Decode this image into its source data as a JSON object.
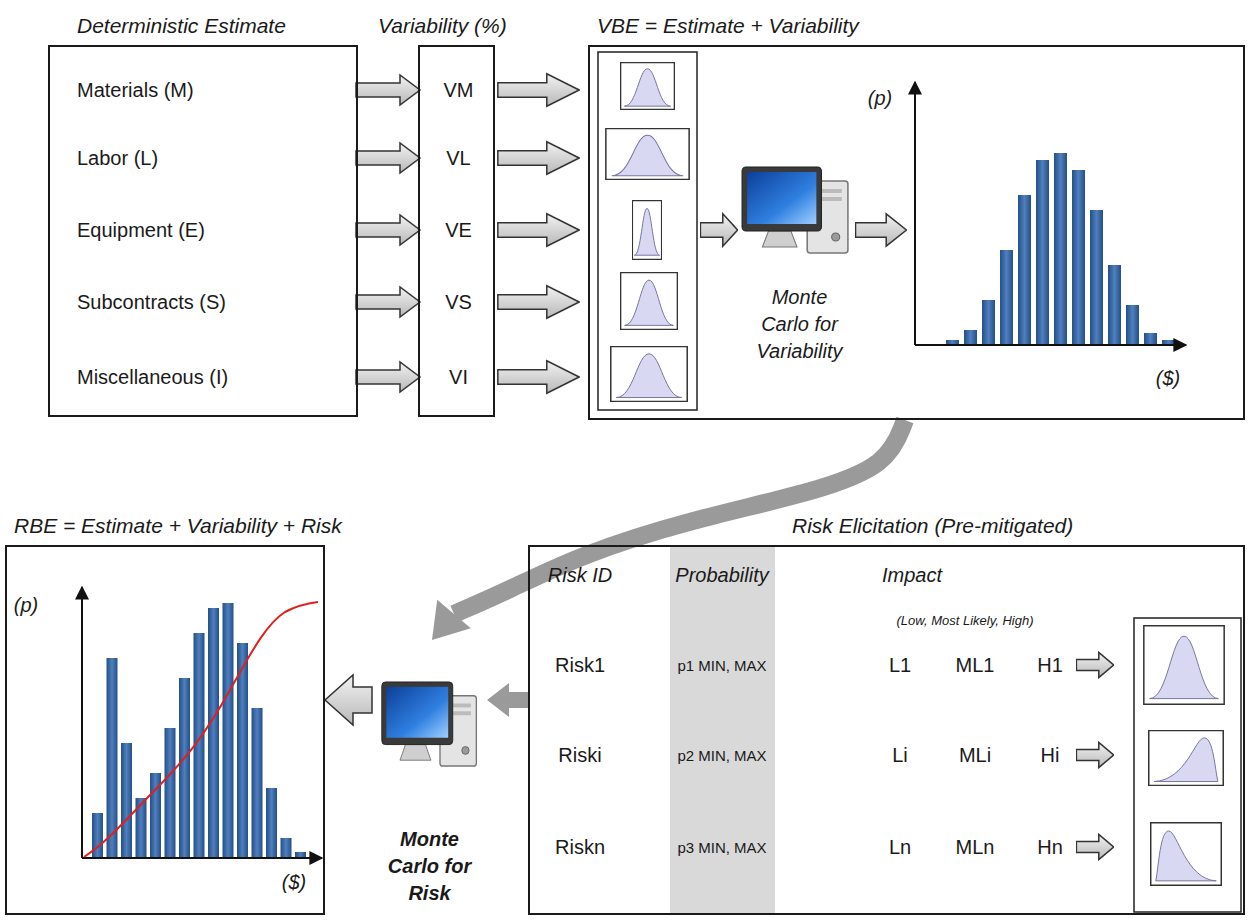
{
  "diagram": {
    "nodes": [
      {
        "text": [
          "Deterministic Estimate"
        ]
      },
      {
        "text": [
          "Materials (M)"
        ],
        "in": 0
      },
      {
        "text": [
          "Labor (L)"
        ],
        "in": 0
      },
      {
        "text": [
          "Equipment (E)"
        ],
        "in": 0
      },
      {
        "text": [
          "Subcontracts (S)"
        ],
        "in": 0
      },
      {
        "text": [
          "Miscellaneous (I)"
        ],
        "in": 0
      },
      {
        "text": [
          "Variability (%)"
        ]
      },
      {
        "text": [
          "VM"
        ],
        "in": 6
      },
      {
        "text": [
          "VL"
        ],
        "in": 6
      },
      {
        "text": [
          "VE"
        ],
        "in": 6
      },
      {
        "text": [
          "VS"
        ],
        "in": 6
      },
      {
        "text": [
          "VI"
        ],
        "in": 6
      },
      {
        "text": [
          "VBE = Estimate + Variability"
        ]
      },
      {
        "text": [
          "Monte Carlo for Variability"
        ],
        "in": 12
      },
      {
        "text": [
          "RBE = Estimate + Variability + Risk"
        ]
      },
      {
        "text": [
          "Monte Carlo for Risk"
        ]
      },
      {
        "text": [
          "Risk Elicitation (Pre-mitigated)"
        ]
      }
    ],
    "edges": [
      {
        "from": 1,
        "to": 7,
        "arrow": "to"
      },
      {
        "from": 2,
        "to": 8,
        "arrow": "to"
      },
      {
        "from": 3,
        "to": 9,
        "arrow": "to"
      },
      {
        "from": 4,
        "to": 10,
        "arrow": "to"
      },
      {
        "from": 5,
        "to": 11,
        "arrow": "to"
      },
      {
        "from": 12,
        "to": 15,
        "arrow": "to"
      },
      {
        "from": 16,
        "to": 15,
        "arrow": "to"
      },
      {
        "from": 15,
        "to": 14,
        "arrow": "to"
      }
    ],
    "labels": [
      "(p)",
      "($)",
      "(p)",
      "($)",
      "Risk ID",
      "Probability",
      "Impact",
      "(Low, Most Likely, High)",
      "Risk1",
      "p1 MIN, MAX",
      "L1",
      "ML1",
      "H1",
      "Riski",
      "p2 MIN, MAX",
      "Li",
      "MLi",
      "Hi",
      "Riskn",
      "p3 MIN, MAX",
      "Ln",
      "MLn",
      "Hn"
    ]
  }
}
